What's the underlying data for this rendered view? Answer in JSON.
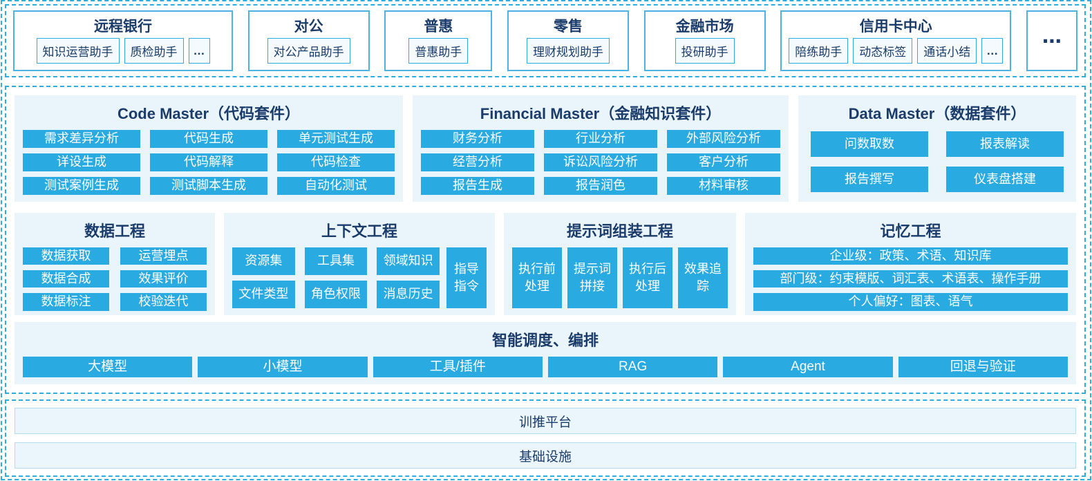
{
  "palette": {
    "accent": "#29ABE2",
    "panel_bg": "#E9F4FB",
    "navy": "#1B3C6B",
    "dashed_border": "#2BACE3"
  },
  "top": {
    "units": [
      {
        "title": "远程银行",
        "chips": [
          "知识运营助手",
          "质检助手",
          "…"
        ]
      },
      {
        "title": "对公",
        "chips": [
          "对公产品助手"
        ]
      },
      {
        "title": "普惠",
        "chips": [
          "普惠助手"
        ]
      },
      {
        "title": "零售",
        "chips": [
          "理财规划助手"
        ]
      },
      {
        "title": "金融市场",
        "chips": [
          "投研助手"
        ]
      },
      {
        "title": "信用卡中心",
        "chips": [
          "陪练助手",
          "动态标签",
          "通话小结",
          "…"
        ]
      }
    ],
    "more": "⋯"
  },
  "suites": [
    {
      "title": "Code Master（代码套件）",
      "items": [
        "需求差异分析",
        "代码生成",
        "单元测试生成",
        "详设生成",
        "代码解释",
        "代码检查",
        "测试案例生成",
        "测试脚本生成",
        "自动化测试"
      ]
    },
    {
      "title": "Financial Master（金融知识套件）",
      "items": [
        "财务分析",
        "行业分析",
        "外部风险分析",
        "经营分析",
        "诉讼风险分析",
        "客户分析",
        "报告生成",
        "报告润色",
        "材料审核"
      ]
    },
    {
      "title": "Data Master（数据套件）",
      "items": [
        "问数取数",
        "报表解读",
        "报告撰写",
        "仪表盘搭建"
      ]
    }
  ],
  "engineering": {
    "data": {
      "title": "数据工程",
      "items": [
        "数据获取",
        "运营埋点",
        "数据合成",
        "效果评价",
        "数据标注",
        "校验迭代"
      ]
    },
    "context": {
      "title": "上下文工程",
      "items": [
        "资源集",
        "工具集",
        "领域知识",
        "文件类型",
        "角色权限",
        "消息历史"
      ],
      "side": "指导指令"
    },
    "prompt": {
      "title": "提示词组装工程",
      "items": [
        "执行前处理",
        "提示词拼接",
        "执行后处理",
        "效果追踪"
      ]
    },
    "memory": {
      "title": "记忆工程",
      "items": [
        "企业级：政策、术语、知识库",
        "部门级：约束模版、词汇表、术语表、操作手册",
        "个人偏好：图表、语气"
      ]
    }
  },
  "orchestration": {
    "title": "智能调度、编排",
    "items": [
      "大模型",
      "小模型",
      "工具/插件",
      "RAG",
      "Agent",
      "回退与验证"
    ]
  },
  "platform": {
    "items": [
      "训推平台",
      "基础设施"
    ]
  }
}
